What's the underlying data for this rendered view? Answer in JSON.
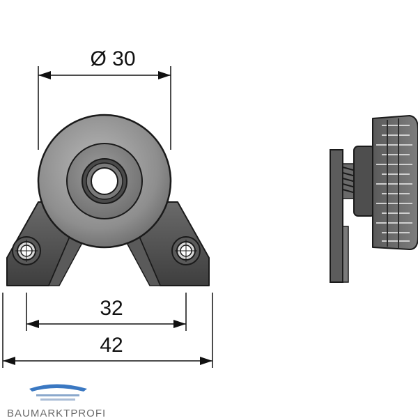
{
  "dimensions": {
    "diameter": "Ø 30",
    "hole_spacing": "32",
    "overall_width": "42"
  },
  "logo": {
    "text": "BAUMARKTPROFI"
  },
  "colors": {
    "part_dark": "#4a4a4a",
    "part_mid": "#8a8a8a",
    "part_light": "#bdbdbd",
    "outline": "#1a1a1a",
    "logo_blue": "#3a78c2"
  }
}
